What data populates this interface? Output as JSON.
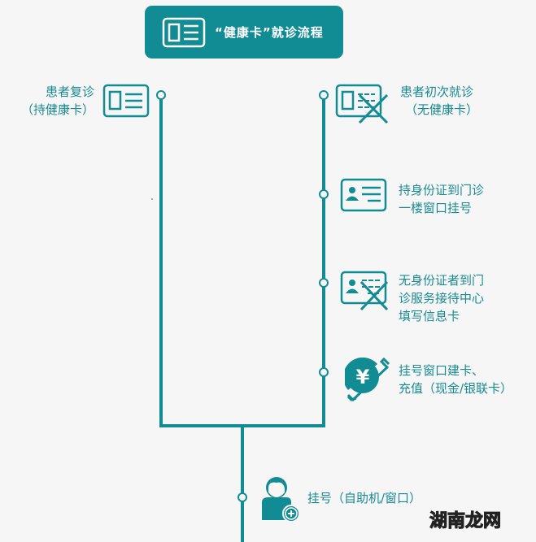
{
  "header": {
    "title": "“健康卡”就诊流程",
    "icon": "health-card-icon",
    "background": "#128c94"
  },
  "colors": {
    "primary": "#128c94",
    "text": "#1a8a92",
    "background": "#f6f6f6"
  },
  "left_branch": {
    "label_line1": "患者复诊",
    "label_line2": "（持健康卡）",
    "icon": "health-card-icon"
  },
  "right_branch": {
    "steps": [
      {
        "line1": "患者初次就诊",
        "line2": "（无健康卡）",
        "icon": "no-health-card-icon"
      },
      {
        "line1": "持身份证到门诊",
        "line2": "一楼窗口挂号",
        "icon": "id-card-icon"
      },
      {
        "line1": "无身份证者到门",
        "line2": "诊服务接待中心",
        "line3": "填写信息卡",
        "icon": "no-id-card-icon"
      },
      {
        "line1": "挂号窗口建卡、",
        "line2": "充值（现金/银联卡）",
        "icon": "yuan-payment-icon"
      }
    ]
  },
  "merged": {
    "steps": [
      {
        "label": "挂号（自助机/窗口）",
        "icon": "add-user-icon"
      }
    ]
  },
  "watermark": {
    "part1": "湖南",
    "part2": "龙网"
  }
}
